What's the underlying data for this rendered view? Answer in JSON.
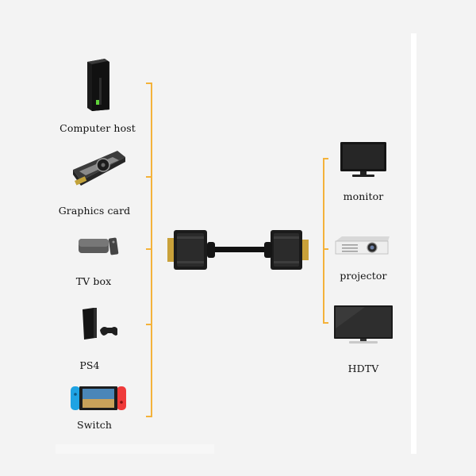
{
  "sources": [
    {
      "label": "Computer host",
      "icon": "computer-host-icon"
    },
    {
      "label": "Graphics card",
      "icon": "graphics-card-icon"
    },
    {
      "label": "TV box",
      "icon": "tv-box-icon"
    },
    {
      "label": "PS4",
      "icon": "ps4-icon"
    },
    {
      "label": "Switch",
      "icon": "switch-icon"
    }
  ],
  "displays": [
    {
      "label": "monitor",
      "icon": "monitor-icon"
    },
    {
      "label": "projector",
      "icon": "projector-icon"
    },
    {
      "label": "HDTV",
      "icon": "hdtv-icon"
    }
  ],
  "colors": {
    "connector_line": "#f4b23a",
    "background": "#f3f3f3"
  },
  "cable": {
    "icon": "dvi-to-vga-cable-icon"
  }
}
